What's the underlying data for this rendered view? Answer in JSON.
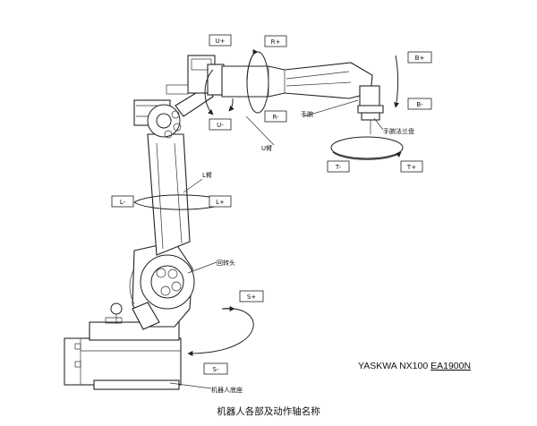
{
  "axes": {
    "u_plus": "U+",
    "u_minus": "U-",
    "r_plus": "R+",
    "r_minus": "R-",
    "b_plus": "B+",
    "b_minus": "B-",
    "t_minus": "T-",
    "t_plus": "T+",
    "l_minus": "L-",
    "l_plus": "L+",
    "s_plus": "S+",
    "s_minus": "S-"
  },
  "parts": {
    "wrist": "手腕",
    "wrist_flange": "手腕法兰盘",
    "u_arm": "U臂",
    "l_arm": "L臂",
    "rotary_head": "回转头",
    "base": "机器人底座"
  },
  "model": {
    "prefix": "YASKWA NX100 ",
    "suffix": "EA1900N"
  },
  "caption": "机器人各部及动作轴名称"
}
